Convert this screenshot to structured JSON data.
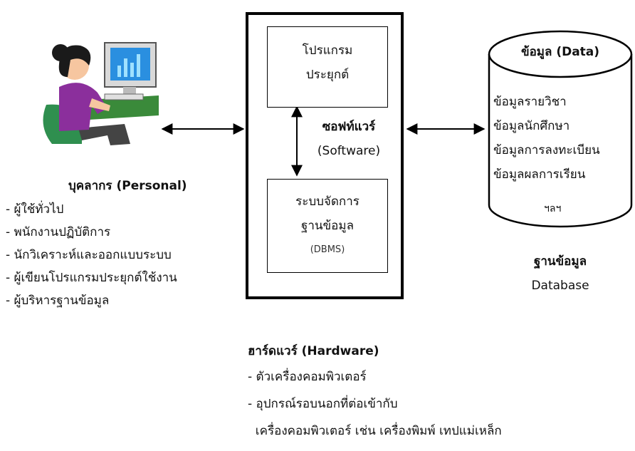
{
  "personnel": {
    "title": "บุคลากร (Personal)",
    "items": [
      "- ผู้ใช้ทั่วไป",
      "- พนักงานปฏิบัติการ",
      "- นักวิเคราะห์และออกแบบระบบ",
      "- ผู้เขียนโปรแกรมประยุกต์ใช้งาน",
      "- ผู้บริหารฐานข้อมูล"
    ]
  },
  "software": {
    "app_line1": "โปรแกรม",
    "app_line2": "ประยุกต์",
    "label_line1": "ซอฟท์แวร์",
    "label_line2": "(Software)",
    "dbms_line1": "ระบบจัดการ",
    "dbms_line2": "ฐานข้อมูล",
    "dbms_line3": "(DBMS)"
  },
  "data": {
    "title": "ข้อมูล (Data)",
    "items": [
      "ข้อมูลรายวิชา",
      "ข้อมูลนักศึกษา",
      "ข้อมูลการลงทะเบียน",
      "ข้อมูลผลการเรียน"
    ],
    "etc": "ฯลฯ"
  },
  "database": {
    "label_th": "ฐานข้อมูล",
    "label_en": "Database"
  },
  "hardware": {
    "title": "ฮาร์ดแวร์ (Hardware)",
    "items": [
      "- ตัวเครื่องคอมพิวเตอร์",
      "- อุปกรณ์รอบนอกที่ต่อเข้ากับ",
      "  เครื่องคอมพิวเตอร์ เช่น เครื่องพิมพ์ เทปแม่เหล็ก"
    ]
  },
  "colors": {
    "shirt": "#8b2f9c",
    "hair": "#1a1a1a",
    "skin": "#f6c6a0",
    "monitor_screen": "#2a8fe0",
    "desk": "#3a8a3a",
    "chair": "#2f8f4f"
  }
}
